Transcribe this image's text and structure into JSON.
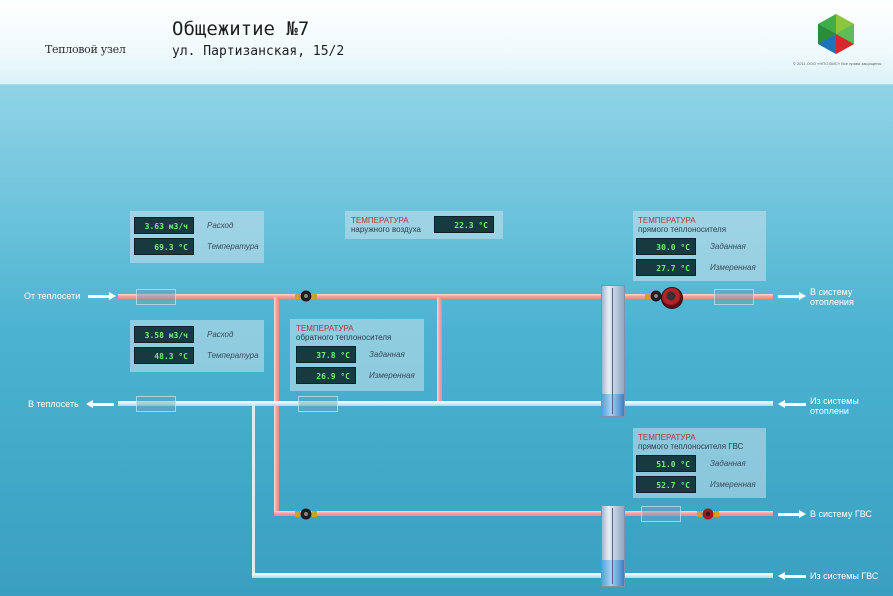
{
  "header": {
    "section_label": "Тепловой узел",
    "title": "Общежитие №7",
    "address": "ул. Партизанская, 15/2",
    "copyright": "© 2011 ООО «НПО ВИС» Все права защищены"
  },
  "supply_meter": {
    "flow_value": "3.63 м3/ч",
    "flow_label": "Расход",
    "temp_value": "69.3 °C",
    "temp_label": "Температура"
  },
  "return_meter": {
    "flow_value": "3.58 м3/ч",
    "flow_label": "Расход",
    "temp_value": "48.3 °C",
    "temp_label": "Температура"
  },
  "outdoor": {
    "title": "ТЕМПЕРАТУРА",
    "subtitle": "наружного воздуха",
    "value": "22.3 °C"
  },
  "return_coolant": {
    "title": "ТЕМПЕРАТУРА",
    "subtitle": "обратного теплоносителя",
    "set_value": "37.8 °C",
    "set_label": "Заданная",
    "meas_value": "26.9 °C",
    "meas_label": "Измеренная"
  },
  "heating_supply": {
    "title": "ТЕМПЕРАТУРА",
    "subtitle": "прямого теплоносителя",
    "set_value": "30.0 °C",
    "set_label": "Заданная",
    "meas_value": "27.7 °C",
    "meas_label": "Измеренная"
  },
  "dhw_supply": {
    "title": "ТЕМПЕРАТУРА",
    "subtitle": "прямого теплоносителя ГВС",
    "set_value": "51.0 °C",
    "set_label": "Заданная",
    "meas_value": "52.7 °C",
    "meas_label": "Измеренная"
  },
  "pipes": {
    "from_network": "От теплосети",
    "to_network": "В теплосеть",
    "to_heating_l1": "В систему",
    "to_heating_l2": "отопления",
    "from_heating_l1": "Из системы",
    "from_heating_l2": "отоплени",
    "to_dhw": "В систему ГВС",
    "from_dhw": "Из системы ГВС"
  },
  "colors": {
    "hot_pipe": "#f3a0a0",
    "cold_pipe": "#dcecf2",
    "lcd_bg": "#163a3f",
    "lcd_text": "#6ff07a",
    "title_red": "#b1343d"
  }
}
